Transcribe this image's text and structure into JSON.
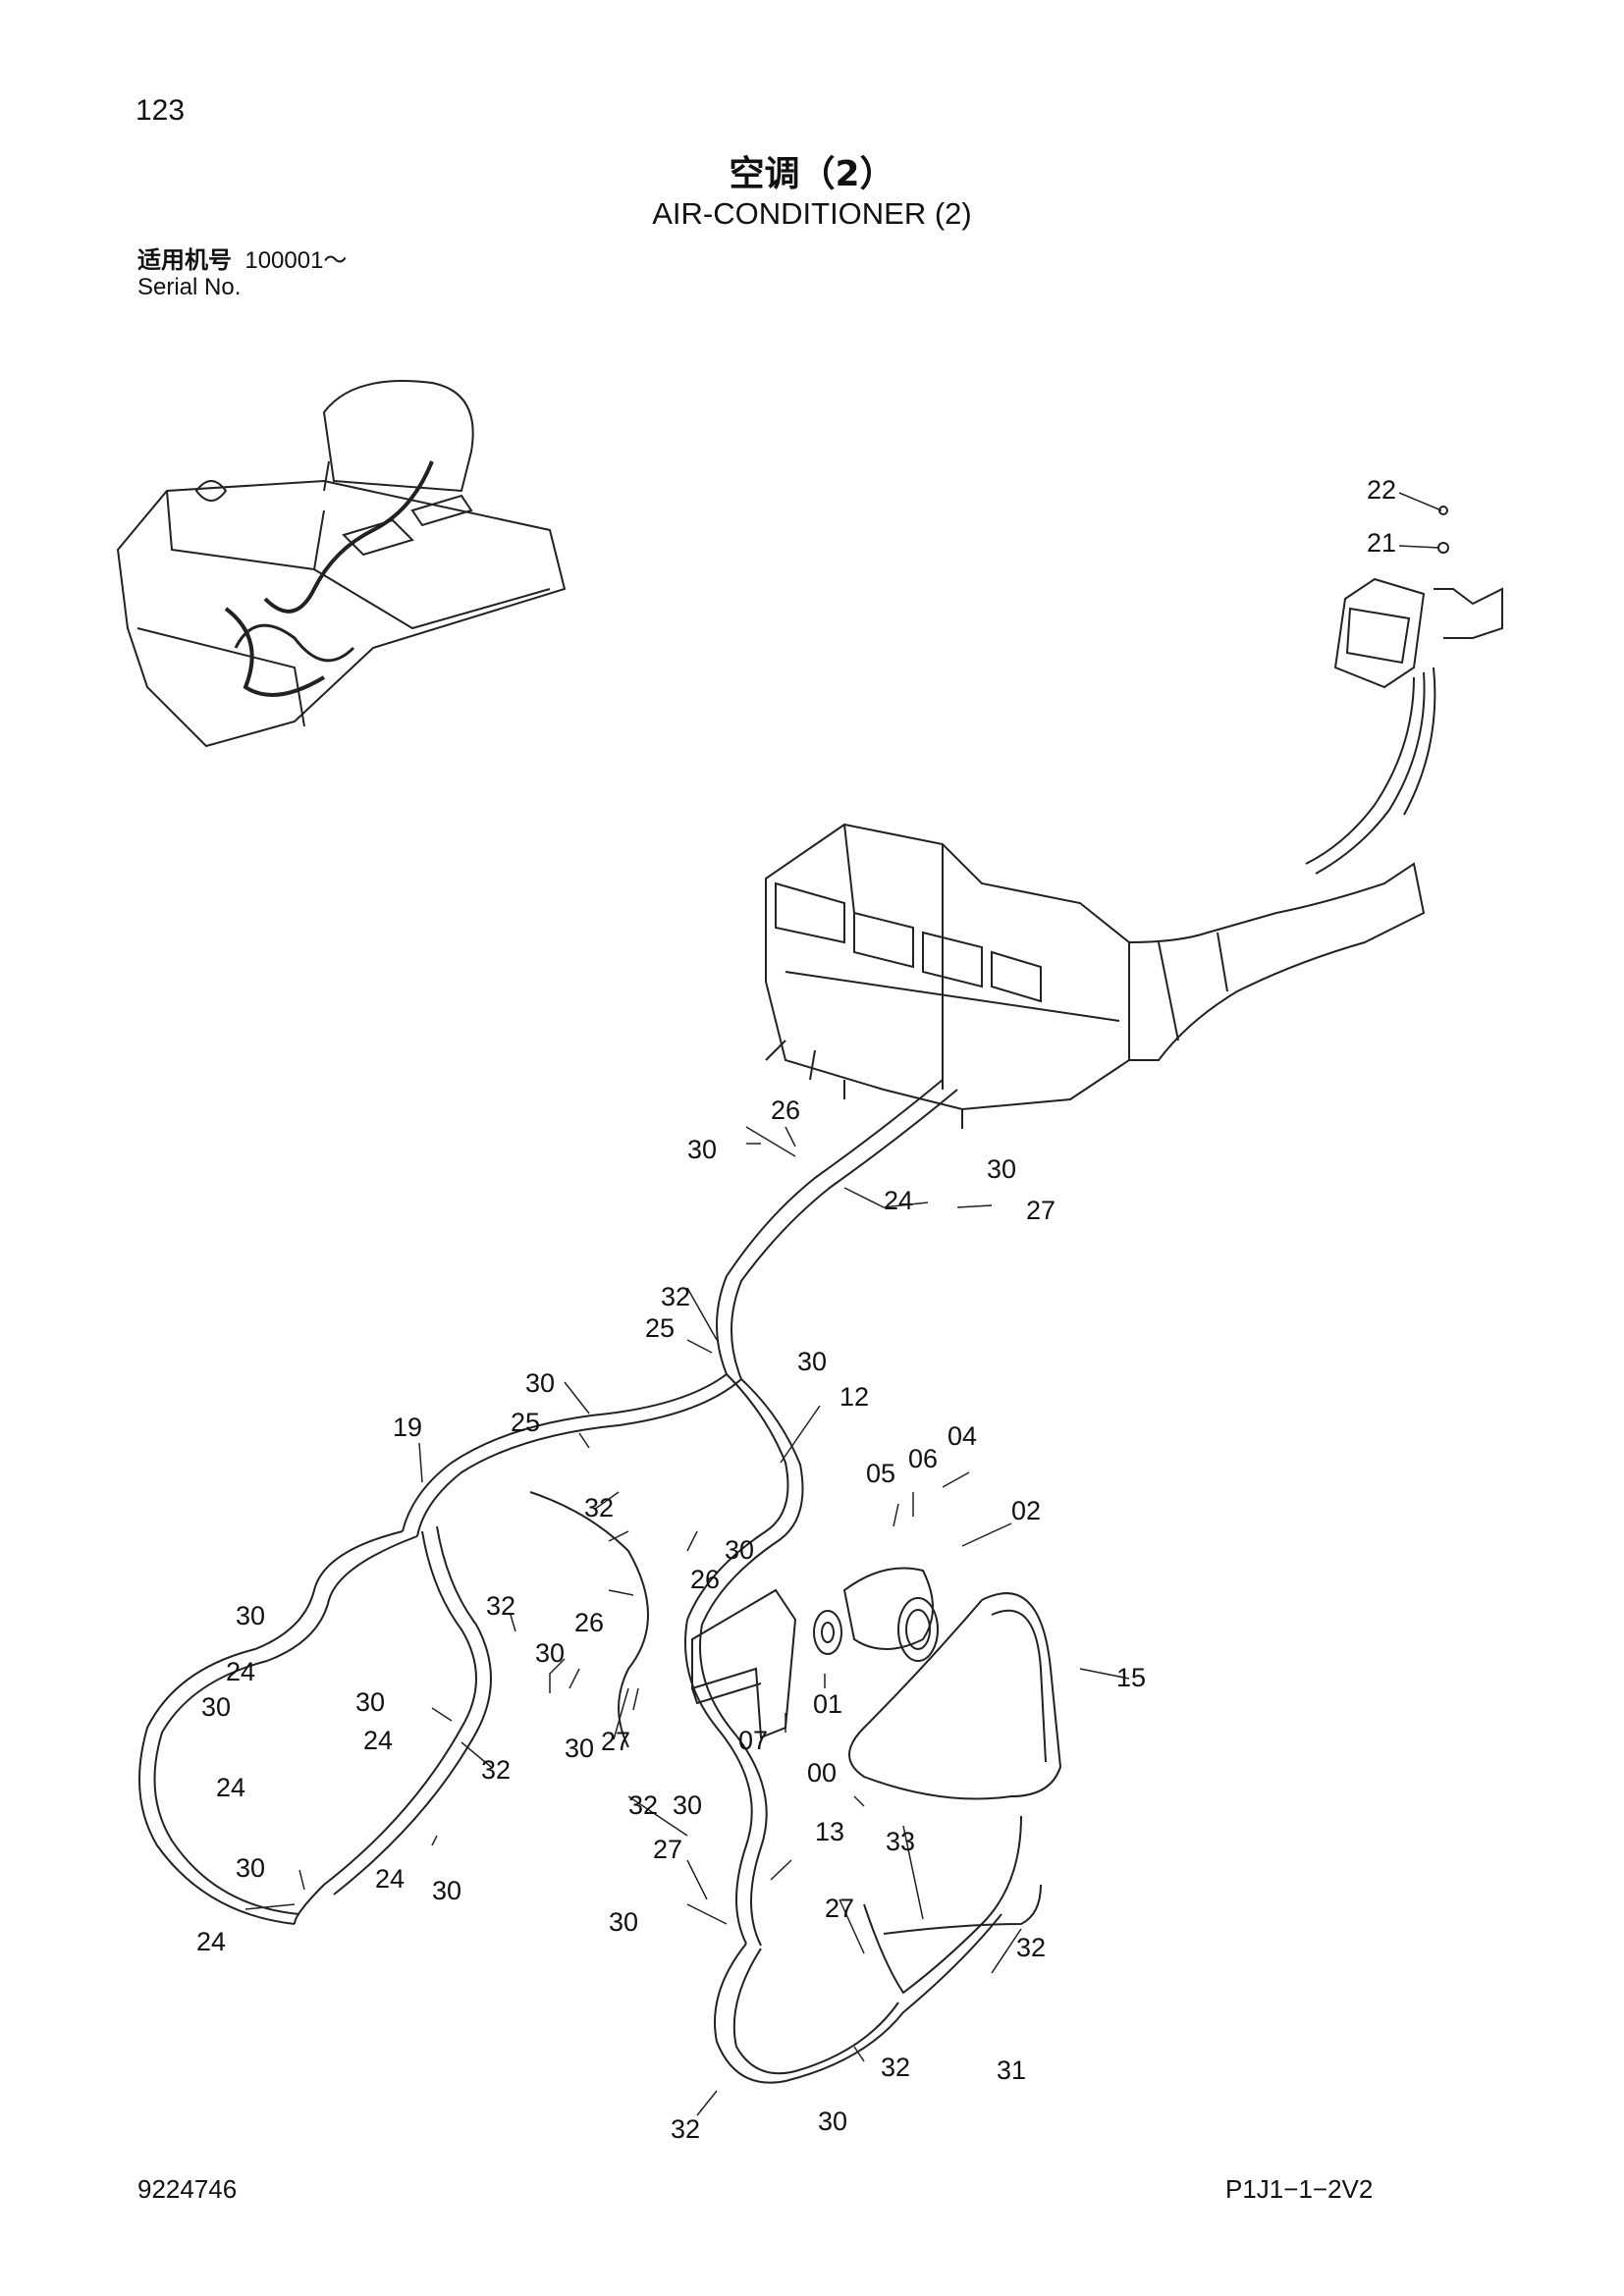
{
  "header": {
    "page_number": "123",
    "title_zh": "空调（2）",
    "title_en": "AIR-CONDITIONER (2)",
    "serial_zh": "适用机号",
    "serial_range": "100001～",
    "serial_en": "Serial No."
  },
  "footer": {
    "document_number": "9224746",
    "drawing_number": "P1J1−1−2V2"
  },
  "callouts": {
    "c22": "22",
    "c21": "21",
    "c26a": "26",
    "c30a": "30",
    "c30b": "30",
    "c24a": "24",
    "c27a": "27",
    "c32a": "32",
    "c25a": "25",
    "c30c": "30",
    "c30d": "30",
    "c25b": "25",
    "c12": "12",
    "c19": "19",
    "c04": "04",
    "c06": "06",
    "c05": "05",
    "c02": "02",
    "c32b": "32",
    "c30e": "30",
    "c26b": "26",
    "c32c": "32",
    "c26c": "26",
    "c30f": "30",
    "c30g": "30",
    "c24b": "24",
    "c30h": "30",
    "c30i": "30",
    "c24c": "24",
    "c01": "01",
    "c15": "15",
    "c32d": "32",
    "c27b": "27",
    "c30j": "30",
    "c07": "07",
    "c00": "00",
    "c24d": "24",
    "c32e": "32",
    "c30k": "30",
    "c24e": "24",
    "c30l": "30",
    "c13": "13",
    "c27c": "27",
    "c33": "33",
    "c30m": "30",
    "c27d": "27",
    "c24f": "24",
    "c30n": "30",
    "c32f": "32",
    "c32g": "32",
    "c31": "31",
    "c32h": "32",
    "c30o": "30"
  }
}
